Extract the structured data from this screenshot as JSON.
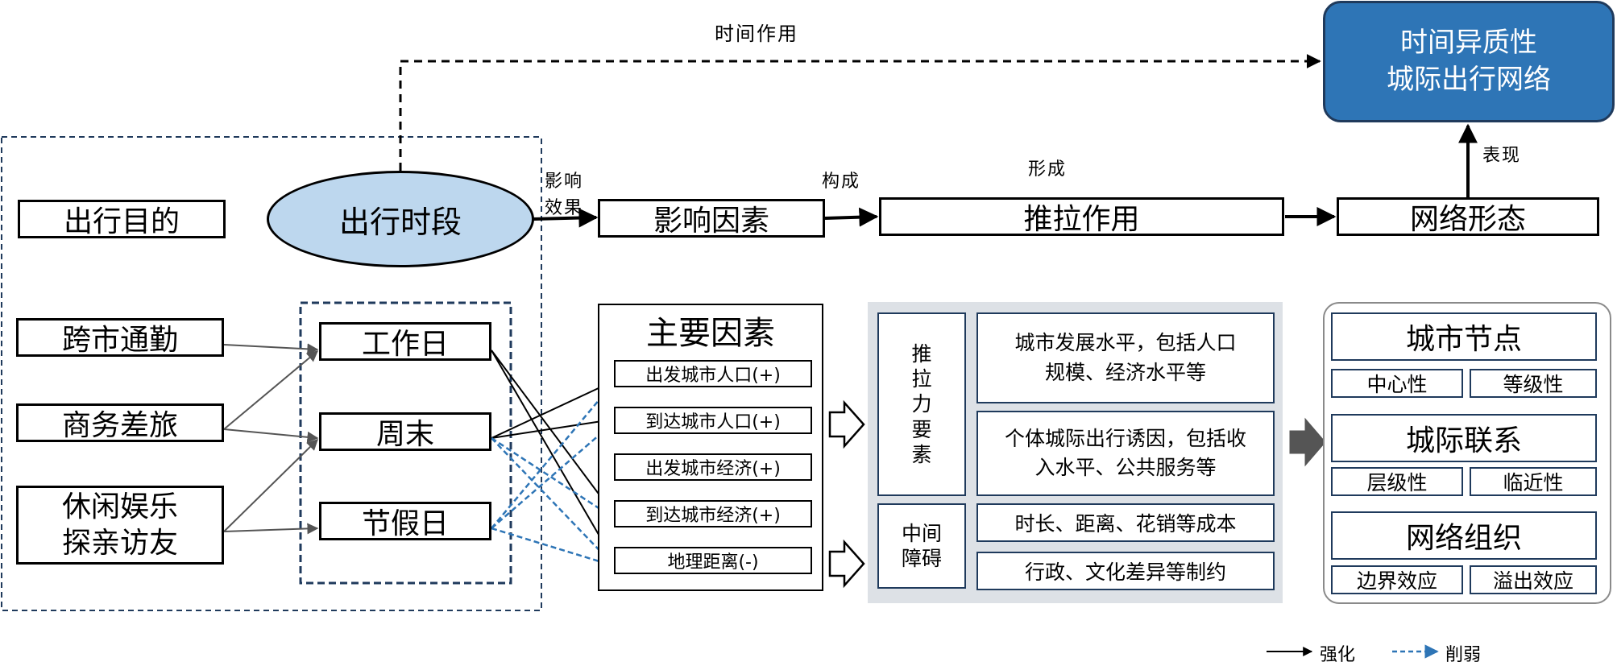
{
  "title": {
    "time_effect": "时间作用",
    "influence_effect_1": "影响",
    "influence_effect_2": "效果",
    "compose": "构成",
    "form": "形成",
    "manifest": "表现"
  },
  "purpose": {
    "title": "出行目的",
    "items": [
      "跨市通勤",
      "商务差旅",
      "休闲娱乐",
      "探亲访友"
    ]
  },
  "period": {
    "title": "出行时段",
    "items": [
      "工作日",
      "周末",
      "节假日"
    ]
  },
  "flow": {
    "factors": "影响因素",
    "push_pull": "推拉作用",
    "network_form": "网络形态"
  },
  "main_factors": {
    "title": "主要因素",
    "items": [
      "出发城市人口(+)",
      "到达城市人口(+)",
      "出发城市经济(+)",
      "到达城市经济(+)",
      "地理距离(-)"
    ]
  },
  "push_pull": {
    "push_label": [
      "推",
      "拉",
      "力",
      "要",
      "素"
    ],
    "push_items": [
      [
        "城市发展水平，包括人口",
        "规模、经济水平等"
      ],
      [
        "个体城际出行诱因，包括收",
        "入水平、公共服务等"
      ]
    ],
    "barrier_label": [
      "中间",
      "障碍"
    ],
    "barrier_items": [
      "时长、距离、花销等成本",
      "行政、文化差异等制约"
    ]
  },
  "network": {
    "node": "城市节点",
    "node_props": [
      "中心性",
      "等级性"
    ],
    "link": "城际联系",
    "link_props": [
      "层级性",
      "临近性"
    ],
    "org": "网络组织",
    "org_props": [
      "边界效应",
      "溢出效应"
    ]
  },
  "result": {
    "line1": "时间异质性",
    "line2": "城际出行网络"
  },
  "legend": {
    "strengthen": "强化",
    "weaken": "削弱"
  },
  "colors": {
    "ellipse_fill": "#bdd7ee",
    "result_fill": "#2e75b6",
    "weaken_line": "#2e75b6",
    "panel_grey": "#dde1e6"
  }
}
